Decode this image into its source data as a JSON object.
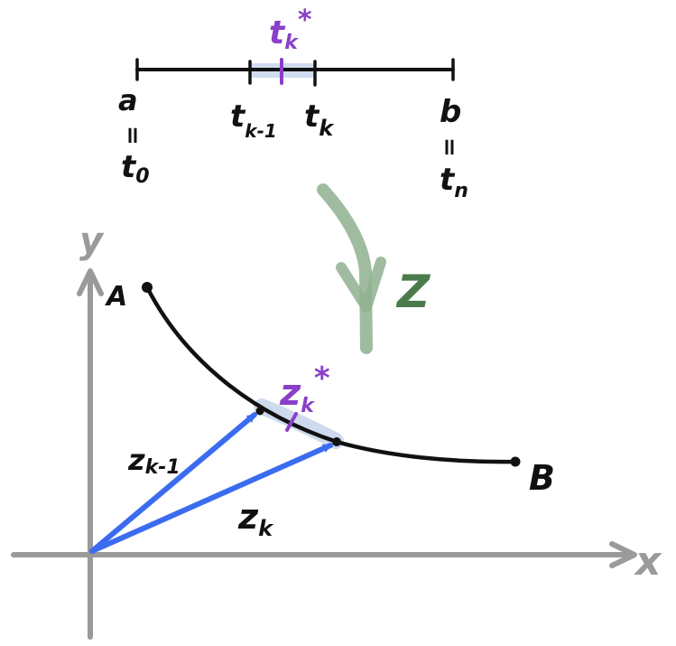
{
  "interval": {
    "left_end": "a",
    "left_equals": "=",
    "left_subscript_label": "t",
    "left_subscript": "0",
    "right_end": "b",
    "right_equals": "=",
    "right_subscript_label": "t",
    "right_subscript": "n",
    "tk_minus_1": "t",
    "tk_minus_1_sub": "k-1",
    "tk": "t",
    "tk_sub": "k",
    "sample_point": "t",
    "sample_point_sub": "k",
    "sample_point_star": "*"
  },
  "mapping": {
    "label": "Z"
  },
  "axes": {
    "y_label": "y",
    "x_label": "x"
  },
  "curve": {
    "start_label": "A",
    "end_label": "B",
    "sample_point": "z",
    "sample_point_sub": "k",
    "sample_point_star": "*"
  },
  "vectors": {
    "z_k_minus_1": "z",
    "z_k_minus_1_sub": "k-1",
    "z_k": "z",
    "z_k_sub": "k"
  },
  "colors": {
    "black": "#111111",
    "purple": "#8a3fc8",
    "green": "#8fb08f",
    "green_text": "#4b7a4b",
    "gray": "#9a9a9a",
    "blue": "#3b6cf0",
    "highlight": "#c9d6ec"
  }
}
